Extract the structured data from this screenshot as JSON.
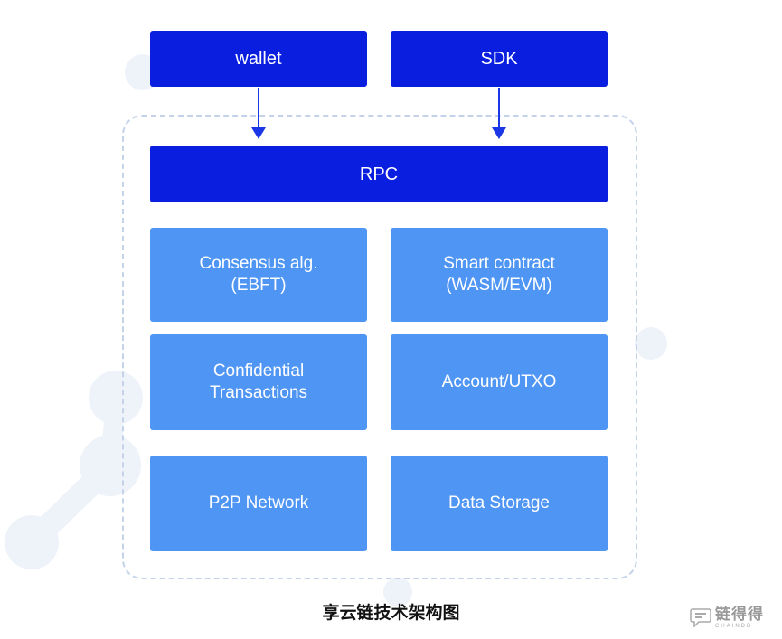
{
  "diagram": {
    "top": {
      "wallet": "wallet",
      "sdk": "SDK"
    },
    "rpc": "RPC",
    "modules": {
      "consensus": "Consensus alg.\n(EBFT)",
      "smart_contract": "Smart contract\n(WASM/EVM)",
      "confidential": "Confidential\nTransactions",
      "account": "Account/UTXO",
      "p2p": "P2P Network",
      "storage": "Data Storage"
    },
    "caption": "享云链技术架构图"
  },
  "watermark": {
    "name": "链得得",
    "sub": "CHAINDD"
  },
  "colors": {
    "dark_blue": "#0a1ee0",
    "light_blue": "#4f95f3",
    "dashed_border": "#c5d3ea",
    "arrow": "#1a36e6"
  }
}
